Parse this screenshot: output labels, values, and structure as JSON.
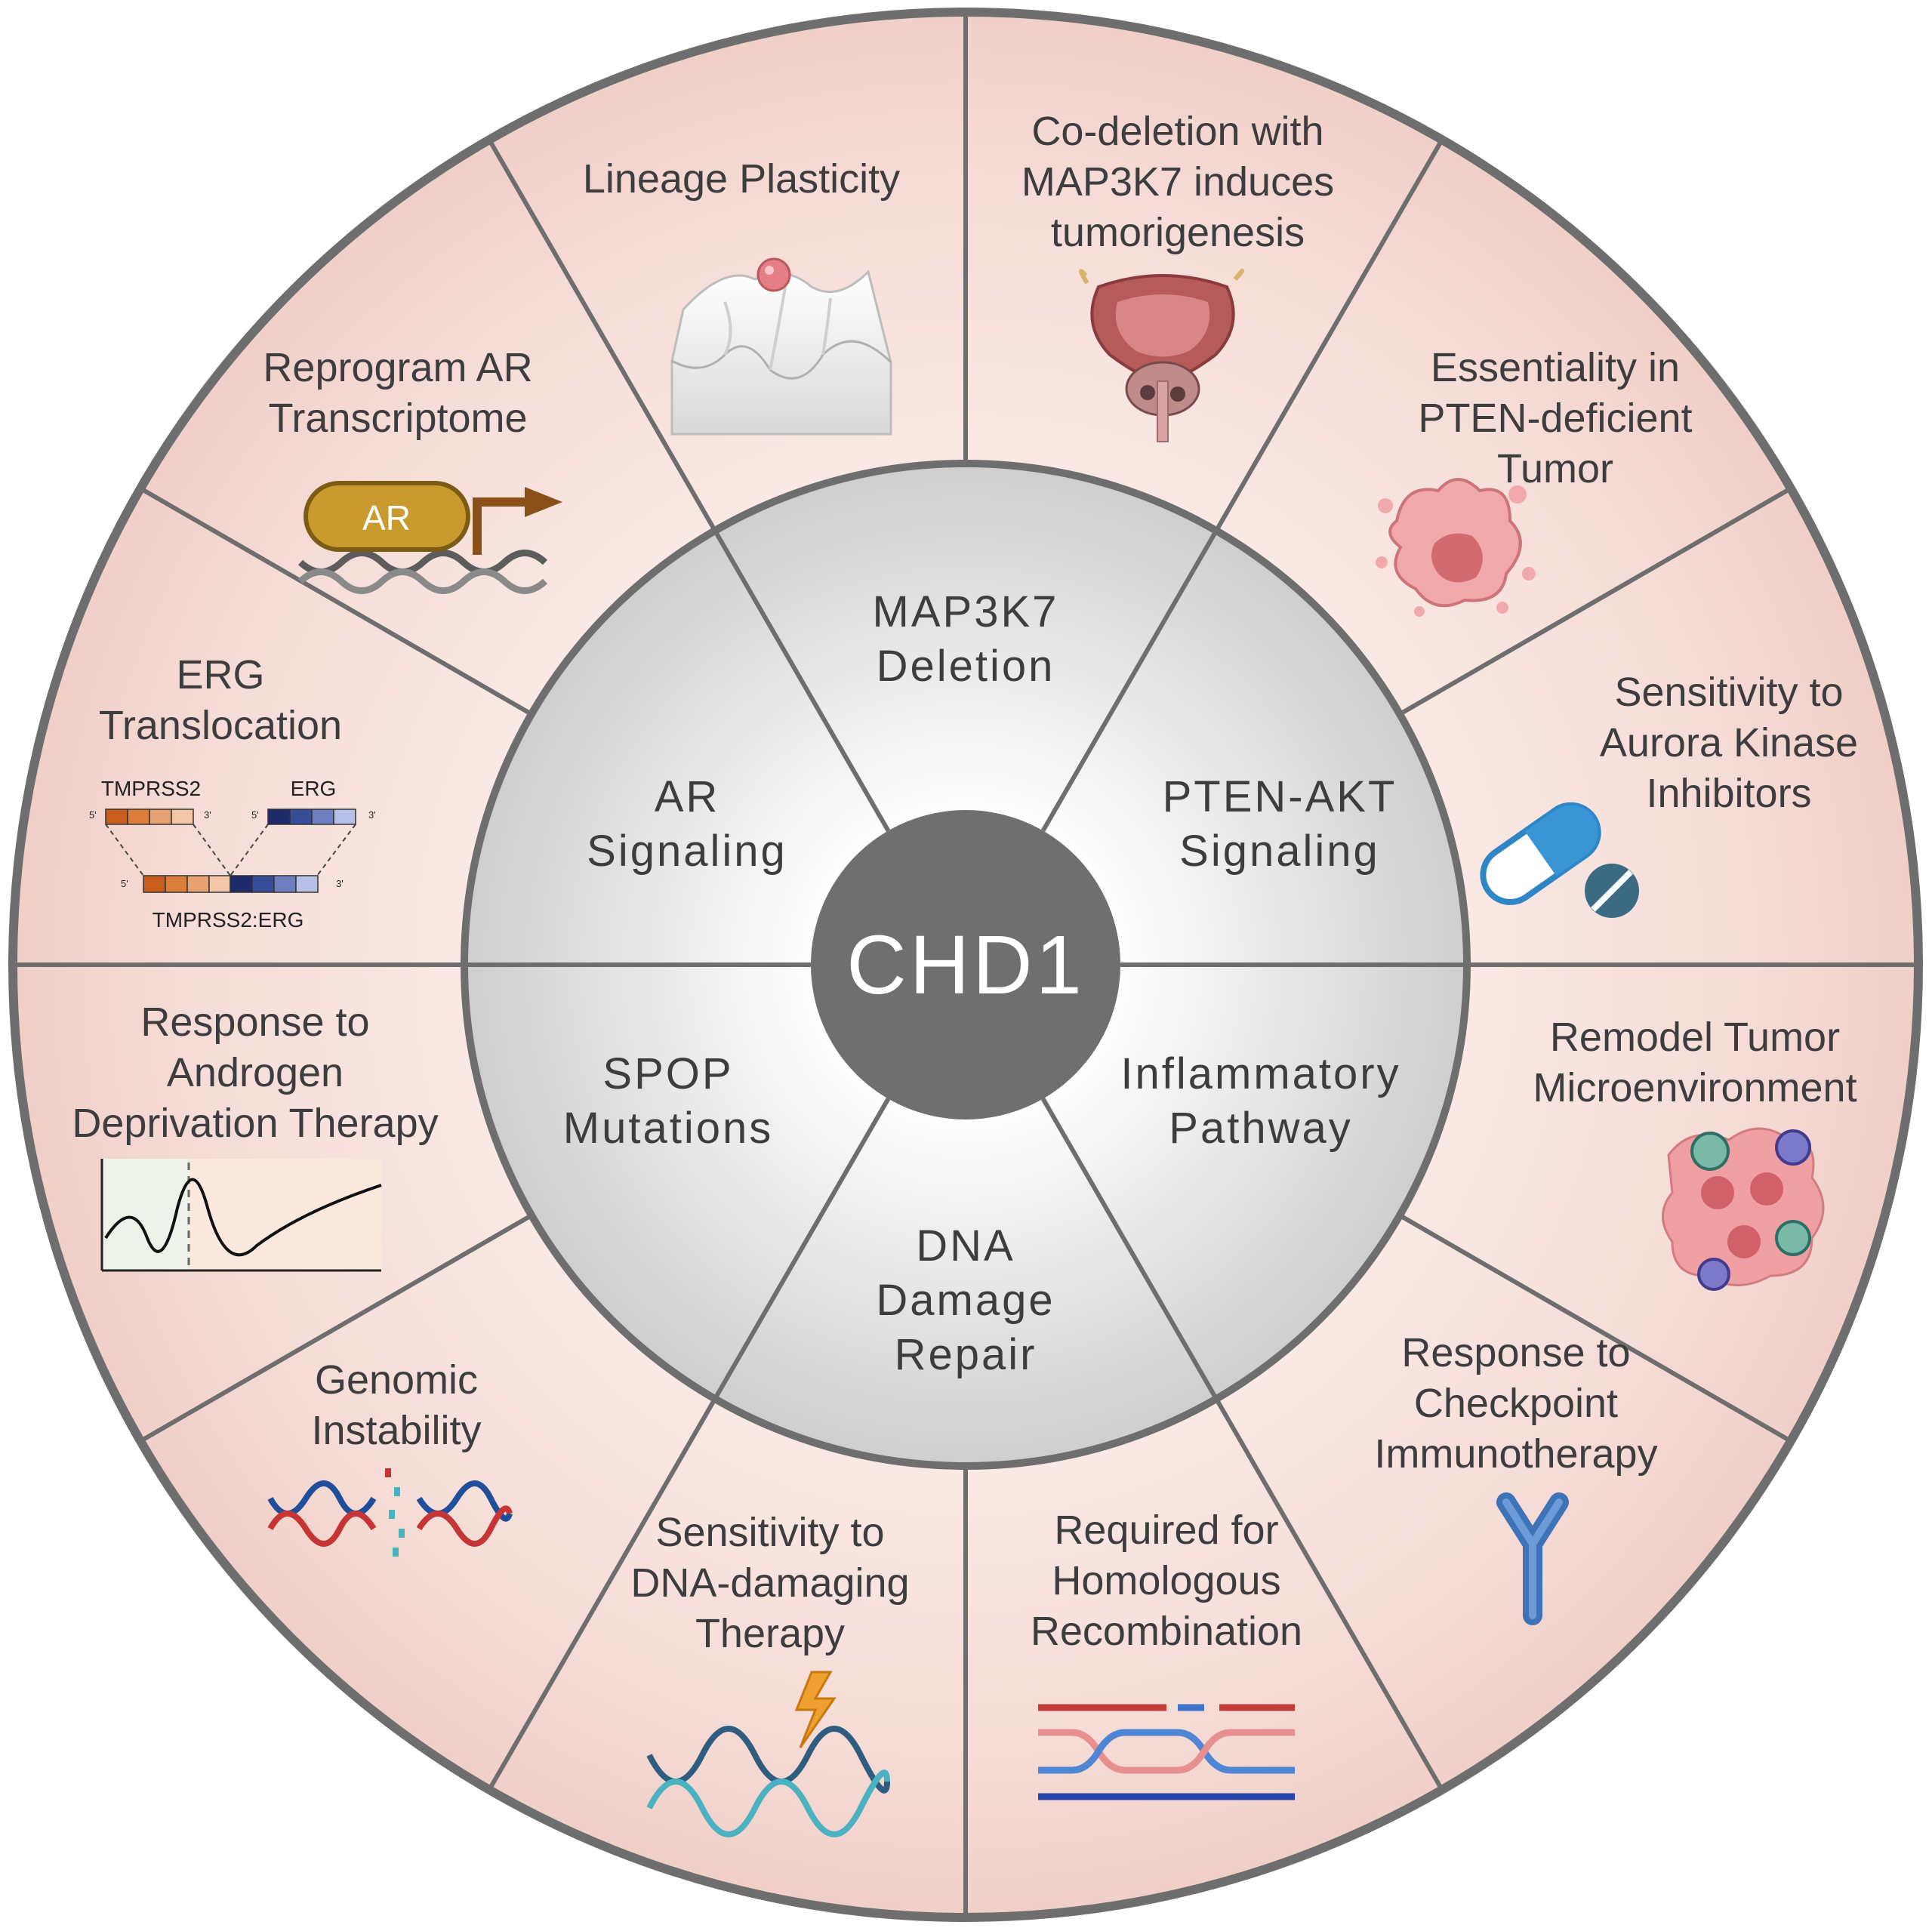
{
  "center": {
    "label": "CHD1"
  },
  "inner_pathways": [
    {
      "label": "MAP3K7\nDeletion"
    },
    {
      "label": "PTEN-AKT\nSignaling"
    },
    {
      "label": "Inflammatory\nPathway"
    },
    {
      "label": "DNA\nDamage\nRepair"
    },
    {
      "label": "SPOP\nMutations"
    },
    {
      "label": "AR\nSignaling"
    }
  ],
  "outer_effects": [
    {
      "label": "Lineage Plasticity",
      "icon": "landscape-icon"
    },
    {
      "label": "Co-deletion with\nMAP3K7 induces\ntumorigenesis",
      "icon": "prostate-icon"
    },
    {
      "label": "Essentiality in\nPTEN-deficient\nTumor",
      "icon": "tumor-cell-icon"
    },
    {
      "label": "Sensitivity to\nAurora Kinase\nInhibitors",
      "icon": "pill-icon"
    },
    {
      "label": "Remodel Tumor\nMicroenvironment",
      "icon": "tumor-microenvironment-icon"
    },
    {
      "label": "Response to\nCheckpoint\nImmunotherapy",
      "icon": "antibody-icon"
    },
    {
      "label": "Required for\nHomologous\nRecombination",
      "icon": "homologous-recombination-icon"
    },
    {
      "label": "Sensitivity to\nDNA-damaging\nTherapy",
      "icon": "dna-damage-icon"
    },
    {
      "label": "Genomic\nInstability",
      "icon": "broken-dna-icon"
    },
    {
      "label": "Response to\nAndrogen\nDeprivation Therapy",
      "icon": "response-curve-icon"
    },
    {
      "label": "ERG\nTranslocation",
      "icon": "gene-fusion-icon"
    },
    {
      "label": "Reprogram AR\nTranscriptome",
      "icon": "ar-transcription-icon"
    }
  ],
  "icon_text": {
    "ar_box": "AR",
    "tmprss2": "TMPRSS2",
    "erg": "ERG",
    "fusion": "TMPRSS2:ERG",
    "five_prime": "5'",
    "three_prime": "3'"
  },
  "colors": {
    "ring_border": "#6e6e6e",
    "outer_fill_light": "#fbeae6",
    "outer_fill_dark": "#f3d3cc",
    "inner_fill": "#dcdcdc",
    "center_fill": "#6f6f6f",
    "text": "#3d3d3d"
  }
}
